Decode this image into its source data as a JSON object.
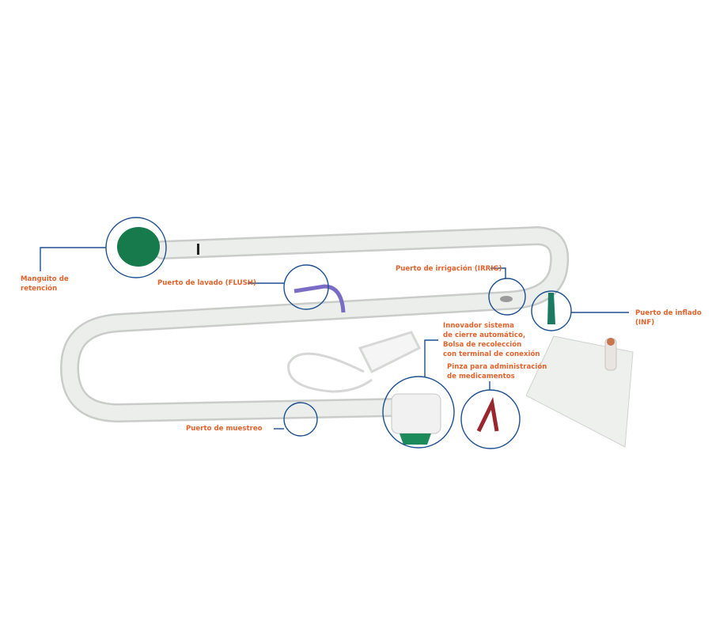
{
  "colors": {
    "label": "#e2622c",
    "callout": "#1d4f8f",
    "tube": "#e6e8e6",
    "cuff": "#167a4c",
    "flush_port": "#7a6cc4",
    "clip": "#9a2630"
  },
  "callouts": {
    "retention_cuff": "Manguito de\nretención",
    "flush_port": "Puerto de lavado (FLUSH)",
    "irrigation_port": "Puerto de irrigación (IRRIG)",
    "inflation_port": "Puerto de inflado\n(INF)",
    "closure_system": "Innovador sistema\nde cierre automático,\nBolsa de recolección\ncon terminal de conexión",
    "medication_clip": "Pinza para administración\nde medicamentos",
    "sampling_port": "Puerto de muestreo"
  }
}
